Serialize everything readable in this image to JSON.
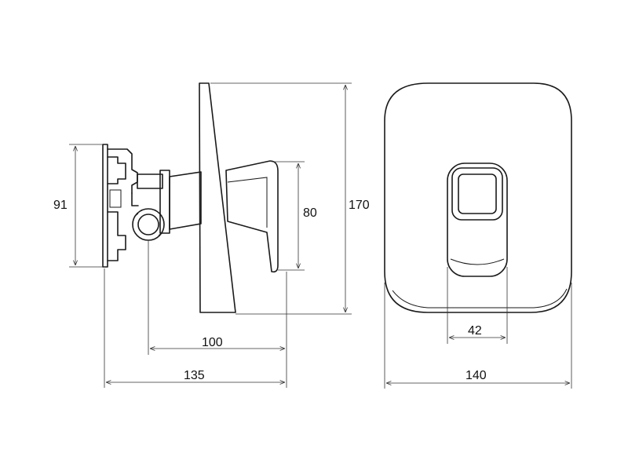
{
  "dimensions": {
    "height_91": "91",
    "height_80": "80",
    "height_170": "170",
    "width_100": "100",
    "width_135": "135",
    "width_42": "42",
    "width_140": "140"
  }
}
